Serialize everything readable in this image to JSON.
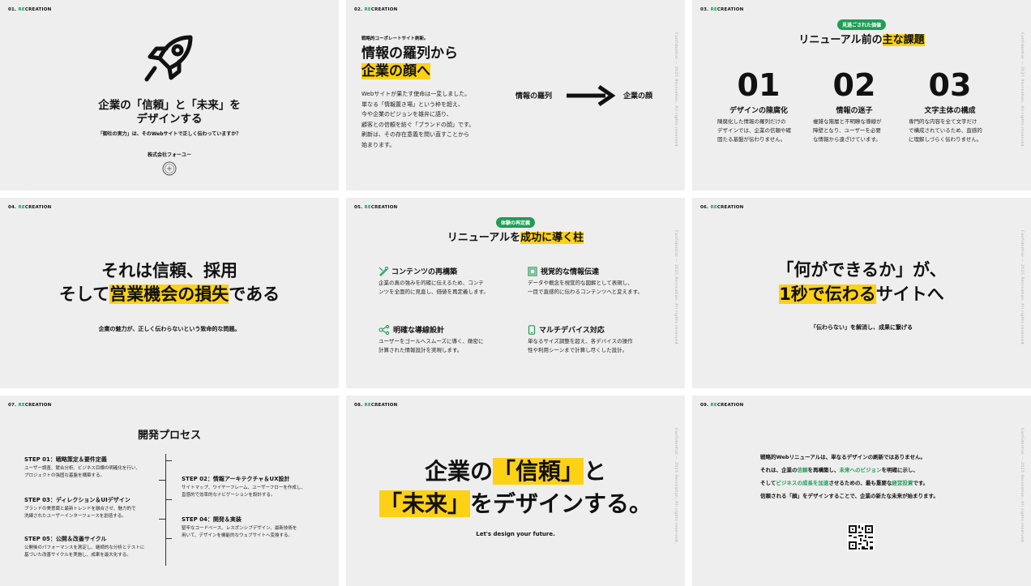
{
  "slide1": {
    "num_prefix": "01. ",
    "num_accent": "RE",
    "num_suffix": "CREATION",
    "title_line1": "企業の「信頼」と「未来」を",
    "title_line2": "デザインする",
    "subtitle": "「御社の実力」は、そのWebサイトで正しく伝わっていますか？",
    "company": "株式会社フォーユー"
  },
  "slide2": {
    "num_prefix": "02. ",
    "num_accent": "RE",
    "num_suffix": "CREATION",
    "eyebrow": "戦略的コーポレートサイト刷新。",
    "heading_line1": "情報の羅列から",
    "heading_line2": "企業の顔へ",
    "body": [
      "Webサイトが果たす使命は一変しました。",
      "単なる「情報置き場」という枠を超え、",
      "今や企業のビジョンを雄弁に語り、",
      "顧客との信頼を紡ぐ「ブランドの顔」です。",
      "刷新は、その存在意義を問い直すことから",
      "始まります。"
    ],
    "from": "情報の羅列",
    "to": "企業の顔"
  },
  "slide3": {
    "num_prefix": "03. ",
    "num_accent": "RE",
    "num_suffix": "CREATION",
    "badge": "見過ごされた価値",
    "title": "リニューアル前の",
    "title_hl": "主な課題",
    "items": [
      {
        "num": "01",
        "title": "デザインの陳腐化",
        "lines": [
          "陳腐化した情報の羅列だけの",
          "デザインでは、企業の信頼や確",
          "固たる基盤が伝わりません。"
        ]
      },
      {
        "num": "02",
        "title": "情報の迷子",
        "lines": [
          "複雑な階層と不明瞭な導線が",
          "障壁となり、ユーザーを必要",
          "な情報から遠ざけています。"
        ]
      },
      {
        "num": "03",
        "title": "文字主体の構成",
        "lines": [
          "専門的な内容を全て文字だけ",
          "で構成されているため、直感的",
          "に理解しづらく伝わりません。"
        ]
      }
    ]
  },
  "slide4": {
    "num_prefix": "04. ",
    "num_accent": "RE",
    "num_suffix": "CREATION",
    "line1": "それは信頼、採用",
    "line2_pre": "そして",
    "line2_hl": "営業機会の損失",
    "line2_post": "である",
    "sub": "企業の魅力が、正しく伝わらないという致命的な問題。"
  },
  "slide5": {
    "num_prefix": "05. ",
    "num_accent": "RE",
    "num_suffix": "CREATION",
    "badge": "体験の再定義",
    "title": "リニューアルを",
    "title_hl": "成功に導く柱",
    "items": [
      {
        "icon": "pencil-ruler-icon",
        "title": "コンテンツの再構築",
        "lines": [
          "企業の真の強みを的確に伝えるため、コンテ",
          "ンツを全面的に見直し、価値を再定義します。"
        ]
      },
      {
        "icon": "layout-icon",
        "title": "視覚的な情報伝達",
        "lines": [
          "データや概念を視覚的な図解として表現し、",
          "一目で直感的に伝わるコンテンツへと変えます。"
        ]
      },
      {
        "icon": "network-icon",
        "title": "明確な導線設計",
        "lines": [
          "ユーザーをゴールへスムーズに導く、緻密に",
          "計算された情報設計を実現します。"
        ]
      },
      {
        "icon": "smartphone-icon",
        "title": "マルチデバイス対応",
        "lines": [
          "単なるサイズ調整を超え、各デバイスの操作",
          "性や利用シーンまで計算し尽くした設計。"
        ]
      }
    ]
  },
  "slide6": {
    "num_prefix": "06. ",
    "num_accent": "RE",
    "num_suffix": "CREATION",
    "line1": "「何ができるか」が、",
    "line2_hl": "1秒で伝わる",
    "line2_post": "サイトへ",
    "sub": "「伝わらない」を解消し、成果に繋げる"
  },
  "slide7": {
    "num_prefix": "07. ",
    "num_accent": "RE",
    "num_suffix": "CREATION",
    "title": "開発プロセス",
    "steps": [
      {
        "title": "STEP 01：戦略策定＆要件定義",
        "lines": [
          "ユーザー調査、競合分析、ビジネス目標の明確化を行い、",
          "プロジェクトの強固な基盤を構築する。"
        ]
      },
      {
        "title": "STEP 02：情報アーキテクチャ＆UX設計",
        "lines": [
          "サイトマップ、ワイヤーフレーム、ユーザーフローを作成し、",
          "直感的で効率的なナビゲーションを設計する。"
        ]
      },
      {
        "title": "STEP 03：ディレクション＆UIデザイン",
        "lines": [
          "ブランドの美意識と最新トレンドを融合させ、魅力的で",
          "洗練されたユーザーインターフェースを創造する。"
        ]
      },
      {
        "title": "STEP 04：開発＆実装",
        "lines": [
          "堅牢なコードベース、レスポンシブデザイン、最新技術を",
          "用いて、デザインを機能的なウェブサイトへ変換する。"
        ]
      },
      {
        "title": "STEP 05：公開＆改善サイクル",
        "lines": [
          "公開後のパフォーマンスを測定し、継続的な分析とテストに",
          "基づいた改善サイクルを実施し、成果を最大化する。"
        ]
      }
    ]
  },
  "slide8": {
    "num_prefix": "08. ",
    "num_accent": "RE",
    "num_suffix": "CREATION",
    "l1_pre": "企業の",
    "l1_hl": "「信頼」",
    "l1_post": "と",
    "l2_hl": "「未来」",
    "l2_post": "をデザインする。",
    "sub": "Let's design your future."
  },
  "slide9": {
    "num_prefix": "09. ",
    "num_accent": "RE",
    "num_suffix": "CREATION",
    "p1": "戦略的Webリニューアルは、単なるデザインの刷新ではありません。",
    "p2a": "それは、企業の",
    "p2b": "信頼",
    "p2c": "を再構築し、",
    "p2d": "未来へのビジョン",
    "p2e": "を明確に示し、",
    "p3a": "そして",
    "p3b": "ビジネスの成長を加速",
    "p3c": "させるための、最も重要な",
    "p3d": "経営投資",
    "p3e": "です。",
    "p4": "信頼される「顔」をデザインすることで、企業の新たな未来が始まります。"
  },
  "side_text": "Confidential — 2025 Recreation. All rights reserved.",
  "colors": {
    "accent_yellow": "#fcd116",
    "accent_green": "#1f9d55",
    "slide_bg": "#eeeeee"
  }
}
